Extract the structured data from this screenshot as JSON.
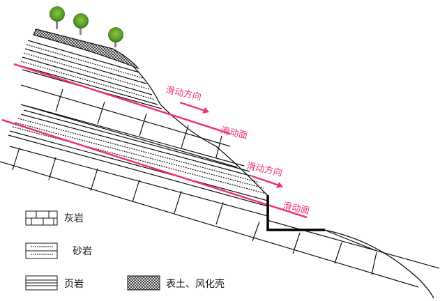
{
  "diagram": {
    "type": "geological-cross-section",
    "subject": "slope landslide with bedding-plane sliding surfaces",
    "colors": {
      "sliding_surface": "#f0346a",
      "strata_lines": "#111111",
      "tree_foliage": "#5a9a2a",
      "background": "#ffffff"
    }
  },
  "annotations": {
    "upper": {
      "direction_label": "滑动方向",
      "surface_label": "滑动面"
    },
    "lower": {
      "direction_label": "滑动方向",
      "surface_label": "滑动面"
    }
  },
  "legend": {
    "items": [
      {
        "symbol": "limestone-brick-pattern",
        "label": "灰岩"
      },
      {
        "symbol": "sandstone-dotted-pattern",
        "label": "砂岩"
      },
      {
        "symbol": "shale-lined-pattern",
        "label": "页岩"
      },
      {
        "symbol": "topsoil-crosshatch-pattern",
        "label": "表土、风化壳"
      }
    ]
  }
}
